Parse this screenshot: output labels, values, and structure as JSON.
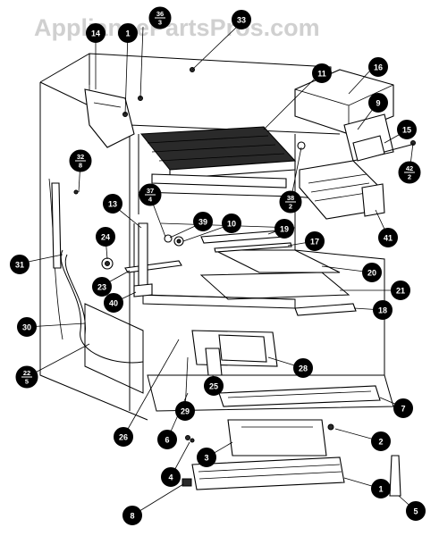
{
  "watermark": "AppliancePartsPros.com",
  "callouts": [
    {
      "id": "c14",
      "label": "14"
    },
    {
      "id": "c1a",
      "label": "1"
    },
    {
      "id": "c36",
      "num": "36",
      "den": "3"
    },
    {
      "id": "c33",
      "label": "33"
    },
    {
      "id": "c16",
      "label": "16"
    },
    {
      "id": "c11",
      "label": "11"
    },
    {
      "id": "c9",
      "label": "9"
    },
    {
      "id": "c15",
      "label": "15"
    },
    {
      "id": "c32",
      "num": "32",
      "den": "8"
    },
    {
      "id": "c42",
      "num": "42",
      "den": "2"
    },
    {
      "id": "c38",
      "num": "38",
      "den": "2"
    },
    {
      "id": "c37",
      "num": "37",
      "den": "4"
    },
    {
      "id": "c13",
      "label": "13"
    },
    {
      "id": "c39",
      "label": "39"
    },
    {
      "id": "c10",
      "label": "10"
    },
    {
      "id": "c41",
      "label": "41"
    },
    {
      "id": "c24",
      "label": "24"
    },
    {
      "id": "c19",
      "label": "19"
    },
    {
      "id": "c17",
      "label": "17"
    },
    {
      "id": "c31",
      "label": "31"
    },
    {
      "id": "c20",
      "label": "20"
    },
    {
      "id": "c23",
      "label": "23"
    },
    {
      "id": "c21",
      "label": "21"
    },
    {
      "id": "c40",
      "label": "40"
    },
    {
      "id": "c18",
      "label": "18"
    },
    {
      "id": "c30",
      "label": "30"
    },
    {
      "id": "c22",
      "num": "22",
      "den": "5"
    },
    {
      "id": "c28",
      "label": "28"
    },
    {
      "id": "c25",
      "label": "25"
    },
    {
      "id": "c29",
      "label": "29"
    },
    {
      "id": "c7",
      "label": "7"
    },
    {
      "id": "c26",
      "label": "26"
    },
    {
      "id": "c6a",
      "label": "6"
    },
    {
      "id": "c2",
      "label": "2"
    },
    {
      "id": "c3",
      "label": "3"
    },
    {
      "id": "c4",
      "label": "4"
    },
    {
      "id": "c1b",
      "label": "1"
    },
    {
      "id": "c8",
      "label": "8"
    },
    {
      "id": "c5",
      "label": "5"
    }
  ]
}
